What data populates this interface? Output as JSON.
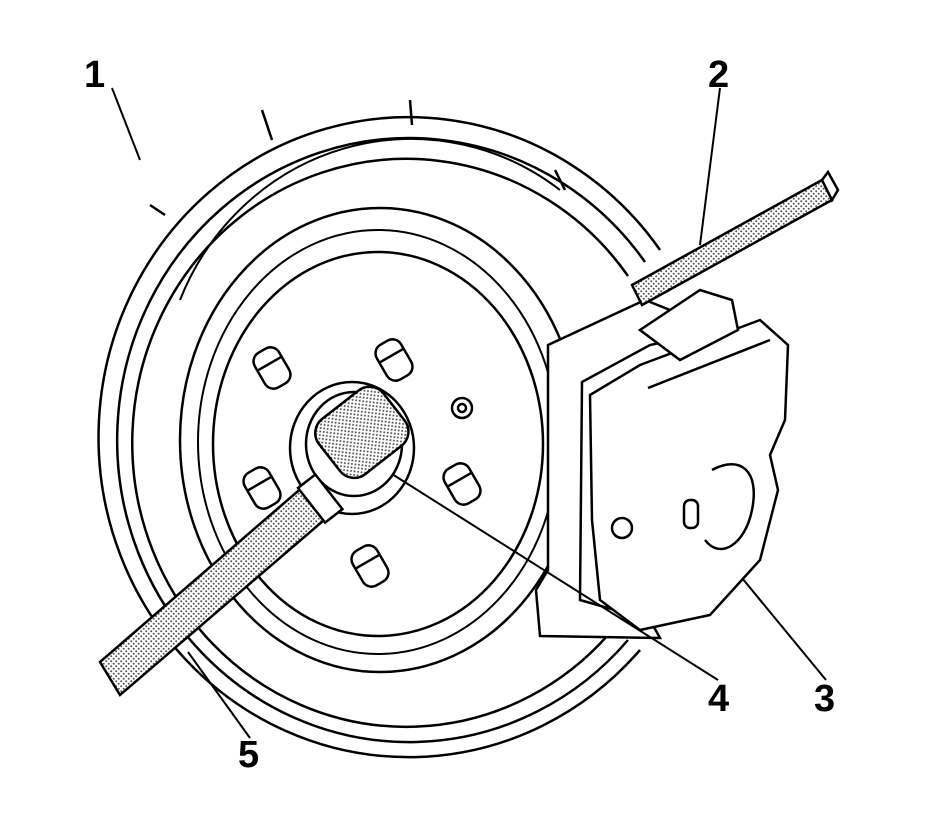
{
  "diagram": {
    "callouts": [
      "1",
      "2",
      "3",
      "4",
      "5"
    ],
    "colors": {
      "line": "#000000",
      "fill": "#ffffff",
      "shade": "#9a9a9a"
    }
  }
}
